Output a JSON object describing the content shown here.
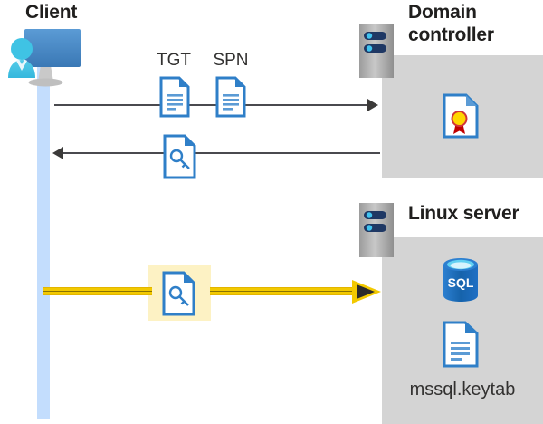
{
  "diagram": {
    "title_client": "Client",
    "title_domain_controller": "Domain controller",
    "title_linux_server": "Linux server",
    "labels": {
      "tgt": "TGT",
      "spn": "SPN",
      "keytab_file": "mssql.keytab",
      "sql_badge": "SQL"
    },
    "icons": {
      "client": "client-workstation-icon",
      "server_rack": "server-rack-icon",
      "document": "document-icon",
      "key_document": "key-document-icon",
      "certificate": "certificate-document-icon",
      "database": "sql-database-icon"
    },
    "flows": [
      {
        "name": "tgt-spn-request",
        "direction": "right",
        "style": "solid-dark",
        "carries": [
          "TGT",
          "SPN"
        ]
      },
      {
        "name": "service-ticket-response",
        "direction": "left",
        "style": "solid-dark",
        "carries": [
          "key-document"
        ]
      },
      {
        "name": "ticket-presented-to-linux-server",
        "direction": "right",
        "style": "highlighted-yellow",
        "carries": [
          "key-document"
        ]
      }
    ],
    "colors": {
      "lifeline": "#c3ddfd",
      "panel": "#d4d4d4",
      "arrow": "#3b3a39",
      "highlight_arrow": "#f2c900",
      "highlight_box": "#fdf2c4",
      "doc_blue": "#2f7fc8",
      "server_gray": "#a6a6a6",
      "server_bar": "#1f3864",
      "cert_gold": "#ffd600",
      "cert_red": "#d13438",
      "sql_blue": "#1f6fc4"
    }
  }
}
